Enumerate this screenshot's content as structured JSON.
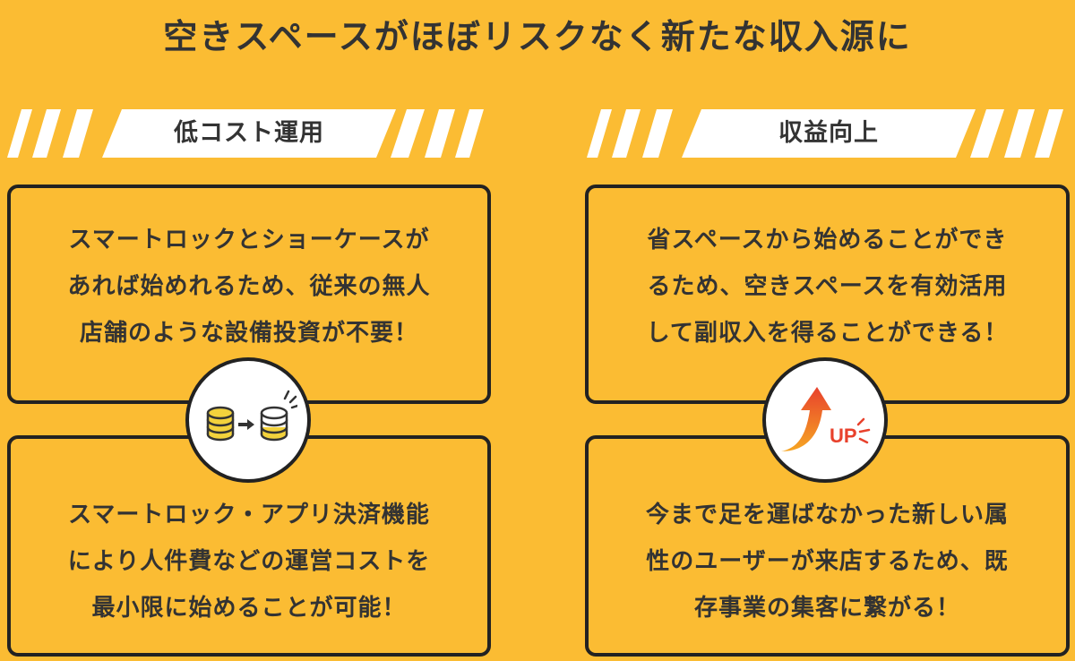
{
  "headline": "空きスペースがほぼリスクなく新たな収入源に",
  "left": {
    "ribbon_label": "低コスト運用",
    "card_top": "スマートロックとショーケースが\nあれば始めれるため、従来の無人\n店舗のような設備投資が不要！",
    "card_bottom": "スマートロック・アプリ決済機能\nにより人件費などの運営コストを\n最小限に始めることが可能！",
    "badge_icon": "coins-reduce-icon"
  },
  "right": {
    "ribbon_label": "収益向上",
    "card_top": "省スペースから始めることができ\nるため、空きスペースを有効活用\nして副収入を得ることができる！",
    "card_bottom": "今まで足を運ばなかった新しい属\n性のユーザーが来店するため、既\n存事業の集客に繋がる！",
    "badge_icon": "up-arrow-icon",
    "badge_text": "UP"
  },
  "colors": {
    "background": "#FBBC33",
    "text": "#333333",
    "border": "#222222",
    "accent_red": "#E8412C"
  }
}
